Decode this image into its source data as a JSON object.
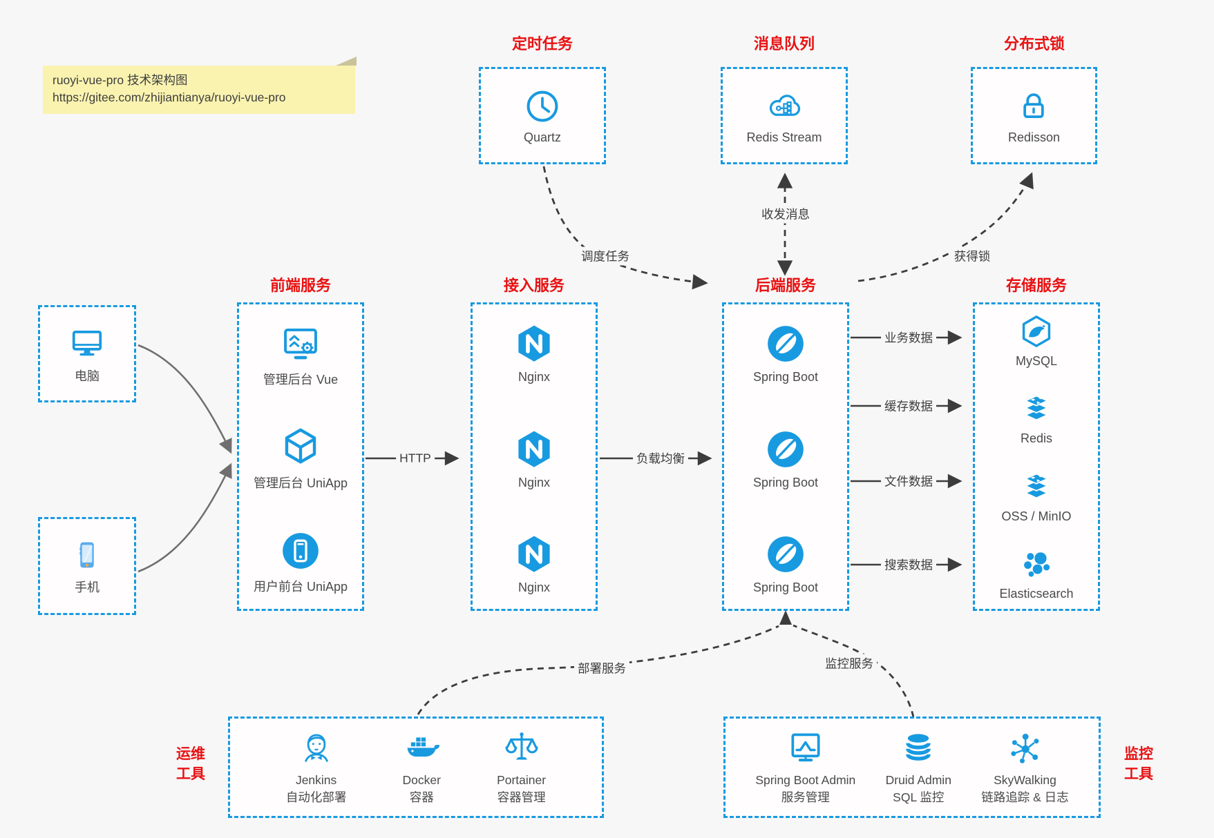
{
  "colors": {
    "accent": "#189ae0",
    "red": "#e81212",
    "bg": "#f7f7f8",
    "note_bg": "#faf3b0"
  },
  "note": {
    "line1": "ruoyi-vue-pro 技术架构图",
    "line2": "https://gitee.com/zhijiantianya/ruoyi-vue-pro"
  },
  "top_groups": [
    {
      "title": "定时任务",
      "item": {
        "icon": "clock-icon",
        "label": "Quartz"
      }
    },
    {
      "title": "消息队列",
      "item": {
        "icon": "cloud-stream-icon",
        "label": "Redis Stream"
      }
    },
    {
      "title": "分布式锁",
      "item": {
        "icon": "lock-icon",
        "label": "Redisson"
      }
    }
  ],
  "clients": [
    {
      "icon": "desktop-icon",
      "label": "电脑"
    },
    {
      "icon": "smartphone-icon",
      "label": "手机"
    }
  ],
  "main_groups": [
    {
      "title": "前端服务",
      "items": [
        {
          "icon": "admin-vue-icon",
          "label": "管理后台 Vue"
        },
        {
          "icon": "uniapp-cube-icon",
          "label": "管理后台 UniApp"
        },
        {
          "icon": "user-app-icon",
          "label": "用户前台 UniApp"
        }
      ]
    },
    {
      "title": "接入服务",
      "items": [
        {
          "icon": "nginx-icon",
          "label": "Nginx"
        },
        {
          "icon": "nginx-icon",
          "label": "Nginx"
        },
        {
          "icon": "nginx-icon",
          "label": "Nginx"
        }
      ]
    },
    {
      "title": "后端服务",
      "items": [
        {
          "icon": "spring-boot-icon",
          "label": "Spring Boot"
        },
        {
          "icon": "spring-boot-icon",
          "label": "Spring Boot"
        },
        {
          "icon": "spring-boot-icon",
          "label": "Spring Boot"
        }
      ]
    },
    {
      "title": "存储服务",
      "items": [
        {
          "icon": "mysql-icon",
          "label": "MySQL"
        },
        {
          "icon": "redis-stack-icon",
          "label": "Redis"
        },
        {
          "icon": "oss-stack-icon",
          "label": "OSS / MinIO"
        },
        {
          "icon": "elasticsearch-icon",
          "label": "Elasticsearch"
        }
      ]
    }
  ],
  "bottom_groups": [
    {
      "title_line1": "运维",
      "title_line2": "工具",
      "items": [
        {
          "icon": "jenkins-icon",
          "name": "Jenkins",
          "desc": "自动化部署"
        },
        {
          "icon": "docker-icon",
          "name": "Docker",
          "desc": "容器"
        },
        {
          "icon": "portainer-icon",
          "name": "Portainer",
          "desc": "容器管理"
        }
      ]
    },
    {
      "title_line1": "监控",
      "title_line2": "工具",
      "items": [
        {
          "icon": "spring-boot-admin-icon",
          "name": "Spring Boot Admin",
          "desc": "服务管理"
        },
        {
          "icon": "druid-database-icon",
          "name": "Druid Admin",
          "desc": "SQL 监控"
        },
        {
          "icon": "skywalking-icon",
          "name": "SkyWalking",
          "desc": "链路追踪 & 日志"
        }
      ]
    }
  ],
  "edges": {
    "http": "HTTP",
    "load_balance": "负载均衡",
    "schedule": "调度任务",
    "message": "收发消息",
    "lock": "获得锁",
    "business": "业务数据",
    "cache": "缓存数据",
    "file": "文件数据",
    "search": "搜索数据",
    "deploy": "部署服务",
    "monitor": "监控服务"
  }
}
